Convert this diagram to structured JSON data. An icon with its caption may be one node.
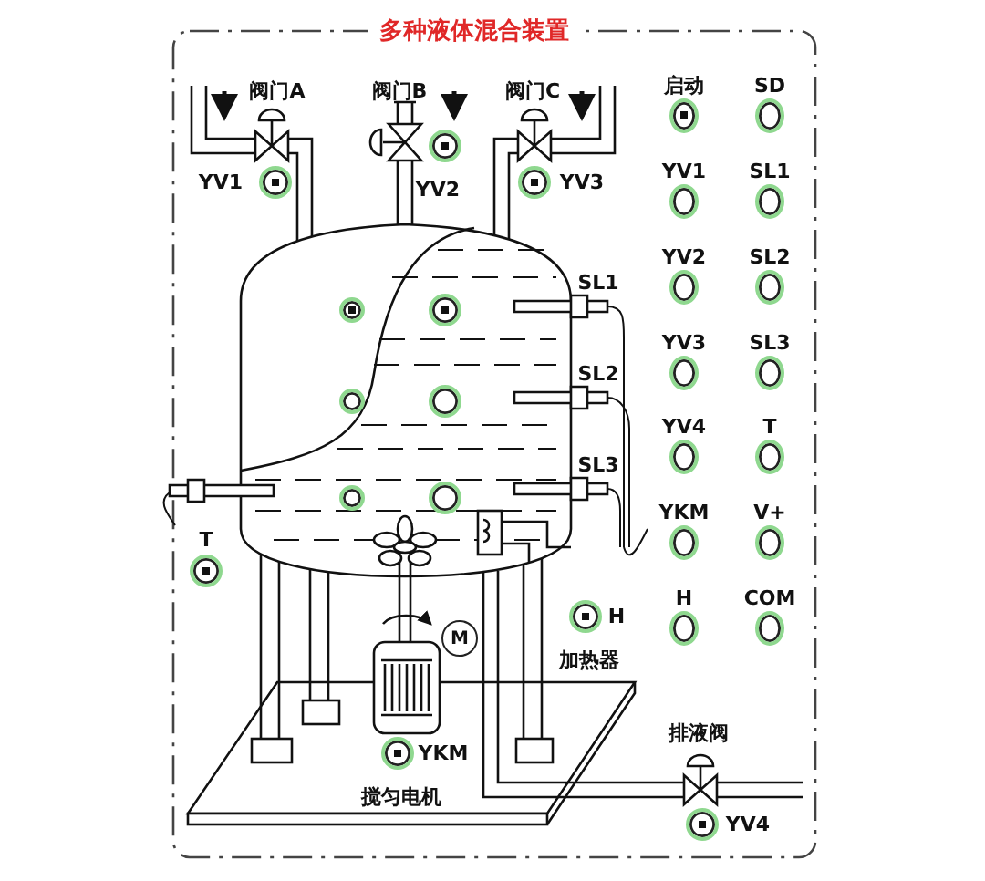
{
  "diagram": {
    "title": "多种液体混合装置",
    "nodes": [
      {
        "text": [],
        "shape": "circle",
        "beside": [
          "YV1"
        ]
      },
      {
        "text": [],
        "shape": "circle",
        "beside": [
          "YV2"
        ]
      },
      {
        "text": [],
        "shape": "circle",
        "beside": [
          "YV3"
        ]
      },
      {
        "text": [],
        "shape": "circle",
        "beside": [
          "启动"
        ]
      },
      {
        "text": [],
        "shape": "circle",
        "beside": [
          "SD"
        ]
      },
      {
        "text": [],
        "shape": "circle",
        "beside": [
          "YV1"
        ]
      },
      {
        "text": [],
        "shape": "circle",
        "beside": [
          "SL1"
        ]
      },
      {
        "text": [],
        "shape": "circle",
        "beside": [
          "YV2"
        ]
      },
      {
        "text": [],
        "shape": "circle",
        "beside": [
          "SL2"
        ]
      },
      {
        "text": [],
        "shape": "circle",
        "beside": [
          "YV3"
        ]
      },
      {
        "text": [],
        "shape": "circle",
        "beside": [
          "SL3"
        ]
      },
      {
        "text": [],
        "shape": "circle",
        "beside": [
          "YV4"
        ]
      },
      {
        "text": [],
        "shape": "circle",
        "beside": [
          "T"
        ]
      },
      {
        "text": [],
        "shape": "circle",
        "beside": [
          "YKM"
        ]
      },
      {
        "text": [],
        "shape": "circle",
        "beside": [
          "V+"
        ]
      },
      {
        "text": [],
        "shape": "circle",
        "beside": [
          "H"
        ]
      },
      {
        "text": [],
        "shape": "circle",
        "beside": [
          "COM"
        ]
      },
      {
        "text": [],
        "shape": "circle"
      },
      {
        "text": [],
        "shape": "circle"
      },
      {
        "text": [],
        "shape": "circle"
      },
      {
        "text": [],
        "shape": "circle"
      },
      {
        "text": [],
        "shape": "circle"
      },
      {
        "text": [],
        "shape": "circle"
      },
      {
        "text": [],
        "shape": "circle",
        "beside": [
          "T"
        ]
      },
      {
        "text": [],
        "shape": "circle",
        "beside": [
          "H"
        ]
      },
      {
        "text": [
          "M"
        ]
      },
      {
        "text": [],
        "shape": "circle",
        "beside": [
          "YKM"
        ]
      },
      {
        "text": [],
        "shape": "circle",
        "beside": [
          "YV4"
        ]
      }
    ],
    "labels": [
      "阀门A",
      "阀门B",
      "阀门C",
      "SL1",
      "SL2",
      "SL3",
      "加热器",
      "搅匀电机",
      "排液阀"
    ]
  }
}
